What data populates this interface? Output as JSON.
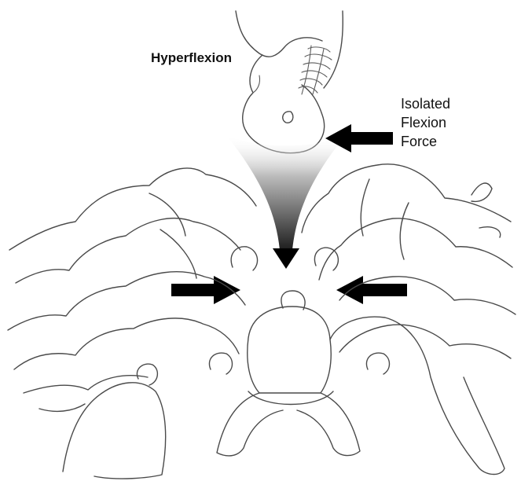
{
  "labels": {
    "title": "Hyperflexion",
    "annotation_lines": [
      "Isolated",
      "Flexion",
      "Force"
    ]
  },
  "colors": {
    "line": "#4a4a4a",
    "arrow": "#000000",
    "funnel_top": "#ffffff",
    "funnel_bottom": "#1e1e1e"
  }
}
